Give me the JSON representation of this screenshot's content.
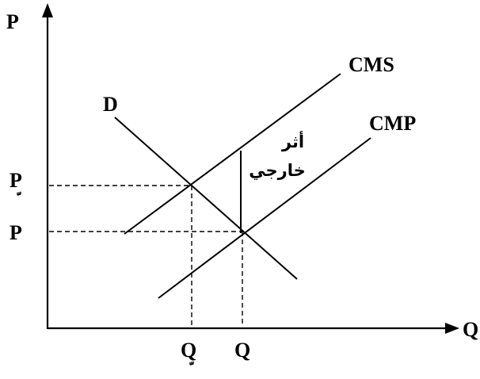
{
  "axes": {
    "y_label": "P",
    "x_label": "Q"
  },
  "curves": {
    "demand": "D",
    "social_cost": "CMS",
    "private_cost": "CMP"
  },
  "annotation": {
    "line1": "أثر",
    "line2": "خارجي"
  },
  "ticks": {
    "price_social": "P",
    "price_social_mark": "ّ",
    "price_private": "P",
    "quantity_social": "Q",
    "quantity_social_mark": "ّ",
    "quantity_private": "Q"
  },
  "colors": {
    "line": "#000000",
    "background": "#ffffff"
  }
}
